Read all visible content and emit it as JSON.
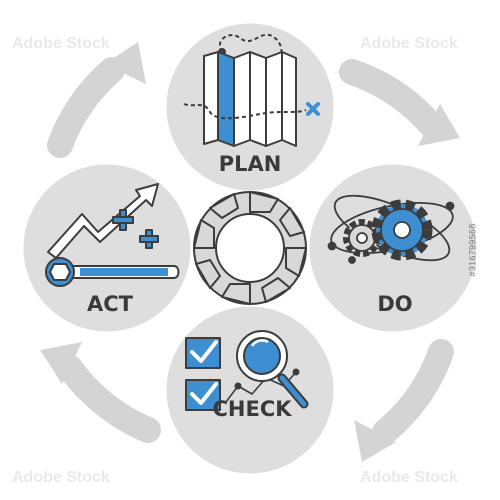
{
  "steps": {
    "plan": {
      "label": "PLAN"
    },
    "do": {
      "label": "DO"
    },
    "check": {
      "label": "CHECK"
    },
    "act": {
      "label": "ACT"
    }
  },
  "watermark": {
    "text": "Adobe Stock",
    "id": "#316799568"
  },
  "colors": {
    "accent": "#3d8fd1",
    "circle_fill": "#dedede",
    "arrow_fill": "#d4d4d4",
    "stroke": "#3c3c3c",
    "label": "#3a3a3a"
  },
  "icons": {
    "plan": "folded-map-icon",
    "do": "gears-orbit-icon",
    "check": "checklist-magnifier-icon",
    "act": "growth-wrench-icon",
    "center": "cycle-ring-icon"
  }
}
